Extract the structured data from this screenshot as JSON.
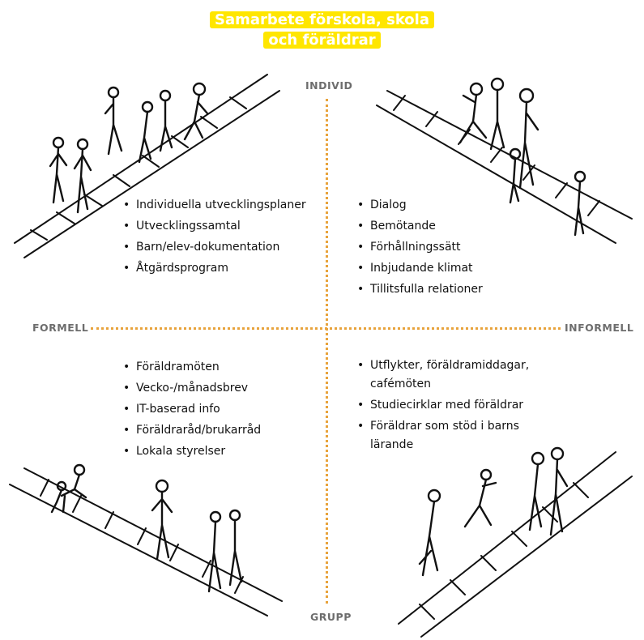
{
  "title": {
    "line1": "Samarbete förskola, skola",
    "line2": "och föräldrar"
  },
  "axes": {
    "top": "INDIVID",
    "bottom": "GRUPP",
    "left": "FORMELL",
    "right": "INFORMELL"
  },
  "quadrants": {
    "top_left": [
      "Individuella utvecklingsplaner",
      "Utvecklingssamtal",
      "Barn/elev-dokumentation",
      "Åtgärdsprogram"
    ],
    "top_right": [
      "Dialog",
      "Bemötande",
      "Förhållningssätt",
      "Inbjudande klimat",
      "Tillitsfulla relationer"
    ],
    "bottom_left": [
      "Föräldramöten",
      "Vecko-/månadsbrev",
      "IT-baserad info",
      "Föräldraråd/brukarråd",
      "Lokala styrelser"
    ],
    "bottom_right": [
      "Utflykter, föräldramiddagar, cafémöten",
      "Studiecirklar med föräldrar",
      "Föräldrar som stöd i barns lärande"
    ]
  },
  "colors": {
    "title_highlight": "#ffe600",
    "title_text": "#ffffff",
    "axis_dots": "#e8a33c",
    "axis_label": "#6d6d6d"
  }
}
